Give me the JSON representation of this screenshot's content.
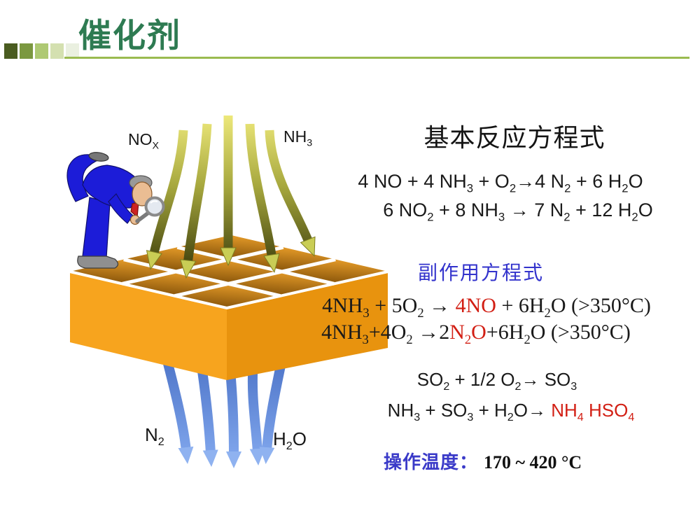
{
  "slide": {
    "title": "催化剂",
    "title_color": "#2e7b52",
    "header_line_color": "#9abb50",
    "accent_squares": [
      "#4a5c20",
      "#7b9840",
      "#aec973",
      "#d4e0b0",
      "#eaf0e0"
    ]
  },
  "diagram": {
    "labels": {
      "nox": [
        {
          "text": "NO"
        },
        {
          "text": "X",
          "sub": true
        }
      ],
      "nh3": [
        {
          "text": "NH"
        },
        {
          "text": "3",
          "sub": true
        }
      ],
      "n2": [
        {
          "text": "N"
        },
        {
          "text": "2",
          "sub": true
        }
      ],
      "h2o": [
        {
          "text": "H"
        },
        {
          "text": "2",
          "sub": true
        },
        {
          "text": "O"
        }
      ]
    },
    "palette": {
      "block_orange_top": "#ef9d1e",
      "block_orange_left_face": "#f7a41e",
      "block_orange_right_face": "#e8930e",
      "cell_dark": "#7b4b06",
      "cell_light": "#dd9526",
      "inflow_yellow": "#ede87a",
      "inflow_dark_olive": "#3e3f0c",
      "inflow_arrowhead": "#c9cd55",
      "outflow_blue_top": "#4b72c6",
      "outflow_blue_bottom": "#82a8ee",
      "suit_blue": "#1c1cd8",
      "hair_gray": "#999999",
      "skin": "#eabd93",
      "tie_red": "#cc2222"
    }
  },
  "equations": {
    "basic_title": "基本反应方程式",
    "basic1": [
      {
        "text": "4 NO  + 4 NH"
      },
      {
        "text": "3",
        "sub": true
      },
      {
        "text": "  +  O"
      },
      {
        "text": "2",
        "sub": true
      },
      {
        "text": "→",
        "b": true
      },
      {
        "text": "4 N"
      },
      {
        "text": "2",
        "sub": true
      },
      {
        "text": "  +  6 H"
      },
      {
        "text": "2",
        "sub": true
      },
      {
        "text": "O"
      }
    ],
    "basic2": [
      {
        "text": "6 NO"
      },
      {
        "text": "2",
        "sub": true
      },
      {
        "text": "  + 8 NH"
      },
      {
        "text": "3",
        "sub": true
      },
      {
        "text": " "
      },
      {
        "text": "→",
        "b": true
      },
      {
        "text": " 7 N"
      },
      {
        "text": "2",
        "sub": true
      },
      {
        "text": "  +  12 H"
      },
      {
        "text": "2",
        "sub": true
      },
      {
        "text": "O"
      }
    ],
    "side_title": "副作用方程式",
    "side1": [
      {
        "text": "4NH"
      },
      {
        "text": "3",
        "sub": true
      },
      {
        "text": " + 5O"
      },
      {
        "text": "2",
        "sub": true
      },
      {
        "text": " → "
      },
      {
        "text": "4NO",
        "color": "#d21f14"
      },
      {
        "text": " + 6H"
      },
      {
        "text": "2",
        "sub": true
      },
      {
        "text": "O  (>350°C)"
      }
    ],
    "side2": [
      {
        "text": "4NH"
      },
      {
        "text": "3",
        "sub": true
      },
      {
        "text": "+4O"
      },
      {
        "text": "2",
        "sub": true
      },
      {
        "text": " →2"
      },
      {
        "text": "N",
        "color": "#d21f14"
      },
      {
        "text": "2",
        "sub": true,
        "color": "#d21f14"
      },
      {
        "text": "O",
        "color": "#d21f14"
      },
      {
        "text": "+6H"
      },
      {
        "text": "2",
        "sub": true
      },
      {
        "text": "O   (>350°C)"
      }
    ],
    "so2": [
      {
        "text": "SO"
      },
      {
        "text": "2",
        "sub": true
      },
      {
        "text": "   +   1/2  O"
      },
      {
        "text": "2",
        "sub": true
      },
      {
        "text": "→",
        "b": true
      },
      {
        "text": "  SO"
      },
      {
        "text": "3",
        "sub": true
      }
    ],
    "nh4": [
      {
        "text": "NH"
      },
      {
        "text": "3",
        "sub": true
      },
      {
        "text": "  +  SO"
      },
      {
        "text": "3",
        "sub": true
      },
      {
        "text": " + H"
      },
      {
        "text": "2",
        "sub": true
      },
      {
        "text": "O"
      },
      {
        "text": "→",
        "b": true
      },
      {
        "text": "  "
      },
      {
        "text": "NH",
        "color": "#d21f14"
      },
      {
        "text": "4",
        "sub": true,
        "color": "#d21f14"
      },
      {
        "text": " HSO",
        "color": "#d21f14"
      },
      {
        "text": "4",
        "sub": true,
        "color": "#d21f14"
      }
    ],
    "temperature_label": "操作温度：",
    "temperature_value": "170 ~ 420 °C"
  }
}
